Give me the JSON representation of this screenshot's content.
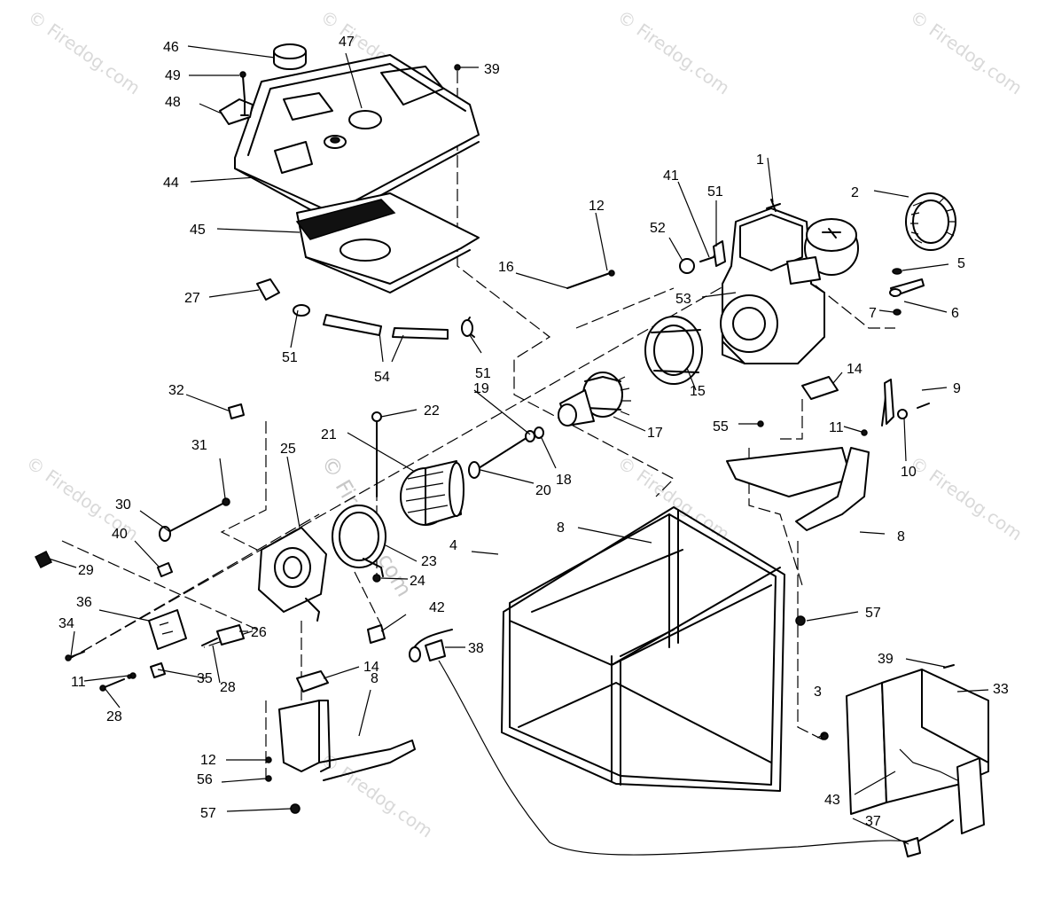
{
  "watermarks": [
    "© Firedog.com",
    "© Firedog.com",
    "© Firedog.com",
    "© Firedog.com",
    "© Firedog.com",
    "© Firedog.com",
    "© Firedog.com",
    "© Firedog.com"
  ],
  "center_watermark": "© Firedog.com",
  "callouts": {
    "c1": "1",
    "c2": "2",
    "c3": "3",
    "c4": "4",
    "c5": "5",
    "c6": "6",
    "c7": "7",
    "c8a": "8",
    "c8b": "8",
    "c8c": "8",
    "c9": "9",
    "c10": "10",
    "c11a": "11",
    "c11b": "11",
    "c12a": "12",
    "c12b": "12",
    "c14a": "14",
    "c14b": "14",
    "c15": "15",
    "c16": "16",
    "c17": "17",
    "c18": "18",
    "c19": "19",
    "c20": "20",
    "c21": "21",
    "c22": "22",
    "c23": "23",
    "c24": "24",
    "c25": "25",
    "c26": "26",
    "c27": "27",
    "c28a": "28",
    "c28b": "28",
    "c29": "29",
    "c30": "30",
    "c31": "31",
    "c32": "32",
    "c33": "33",
    "c34": "34",
    "c35": "35",
    "c36": "36",
    "c37": "37",
    "c38": "38",
    "c39a": "39",
    "c39b": "39",
    "c40": "40",
    "c41": "41",
    "c42": "42",
    "c43": "43",
    "c44": "44",
    "c45": "45",
    "c46": "46",
    "c47": "47",
    "c48": "48",
    "c49": "49",
    "c51a": "51",
    "c51b": "51",
    "c51c": "51",
    "c52": "52",
    "c53": "53",
    "c54": "54",
    "c55": "55",
    "c56": "56",
    "c57a": "57",
    "c57b": "57"
  }
}
